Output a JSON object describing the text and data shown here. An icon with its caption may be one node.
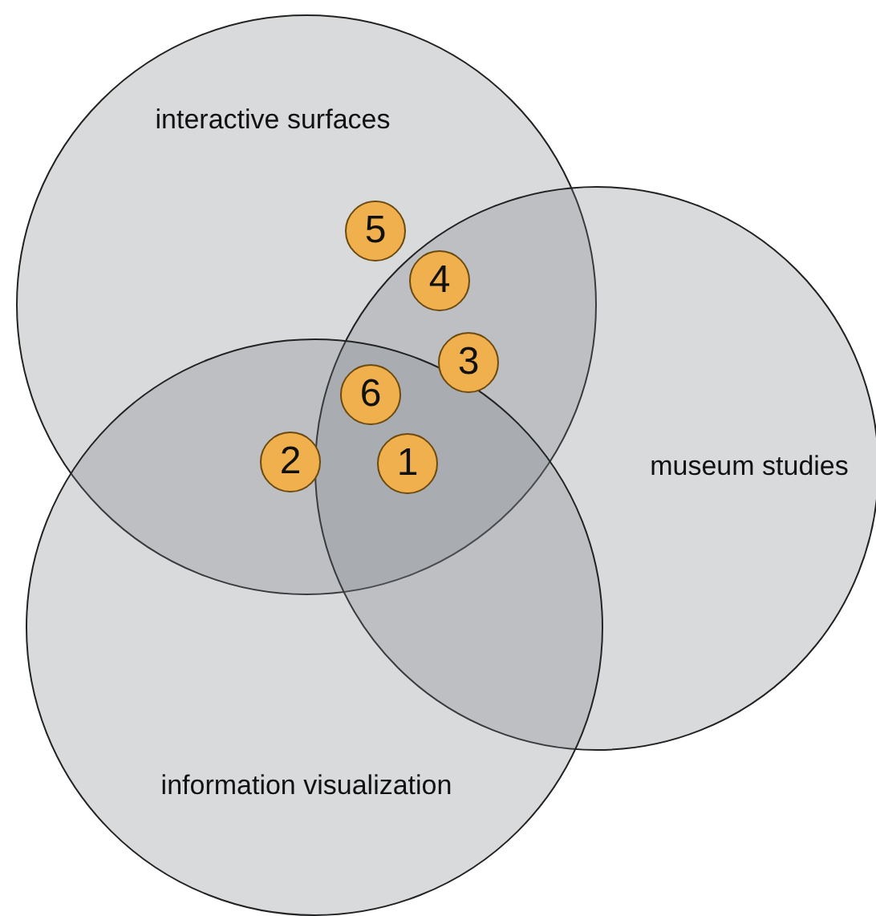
{
  "diagram": {
    "nodes": [
      {
        "text": [
          "interactive surfaces"
        ]
      },
      {
        "text": [
          "museum studies"
        ]
      },
      {
        "text": [
          "information visualization"
        ]
      },
      {
        "text": [
          "5"
        ]
      },
      {
        "text": [
          "4"
        ]
      },
      {
        "text": [
          "3"
        ]
      },
      {
        "text": [
          "6"
        ]
      },
      {
        "text": [
          "2"
        ]
      },
      {
        "text": [
          "1"
        ]
      }
    ],
    "edges": []
  }
}
